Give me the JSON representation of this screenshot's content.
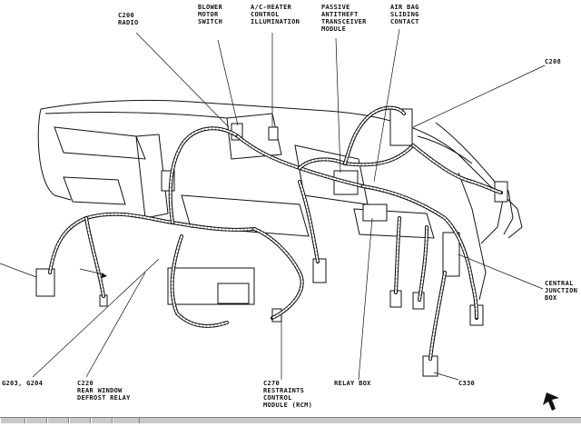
{
  "labels": {
    "c200": [
      "C200",
      "RADIO"
    ],
    "blower": [
      "BLOWER",
      "MOTOR",
      "SWITCH"
    ],
    "ac_heater": [
      "A/C-HEATER",
      "CONTROL",
      "ILLUMINATION"
    ],
    "passive": [
      "PASSIVE",
      "ANTITHEFT",
      "TRANSCEIVER",
      "MODULE"
    ],
    "airbag": [
      "AIR BAG",
      "SLIDING",
      "CONTACT"
    ],
    "c208": [
      "C208"
    ],
    "central": [
      "CENTRAL",
      "JUNCTION",
      "BOX"
    ],
    "g203": [
      "G203, G204"
    ],
    "c220": [
      "C220",
      "REAR WINDOW",
      "DEFROST RELAY"
    ],
    "c270": [
      "C270",
      "RESTRAINTS",
      "CONTROL",
      "MODULE (RCM)"
    ],
    "relay": [
      "RELAY BOX"
    ],
    "c330": [
      "C330"
    ]
  }
}
